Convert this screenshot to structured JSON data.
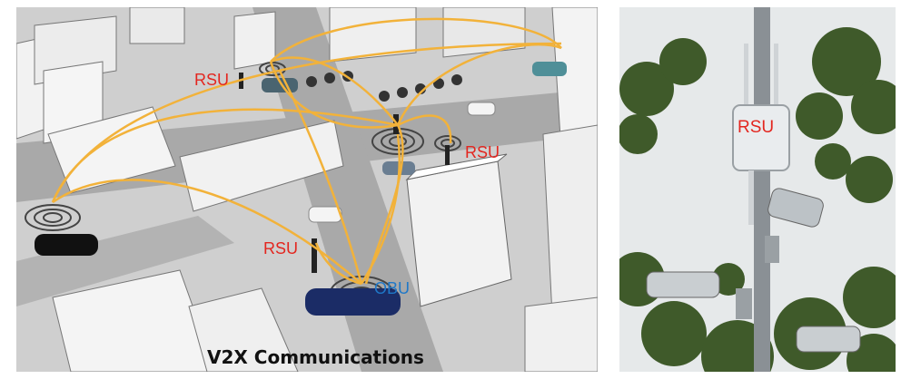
{
  "left_panel": {
    "labels": {
      "rsu_top_left": "RSU",
      "rsu_center_right": "RSU",
      "rsu_bottom_left": "RSU",
      "obu": "OBU"
    },
    "caption": "V2X Communications"
  },
  "right_panel": {
    "label": "RSU"
  },
  "colors": {
    "link_arc": "#f2b23a",
    "rsu_label": "#e3261f",
    "obu_label": "#1f78c8"
  }
}
